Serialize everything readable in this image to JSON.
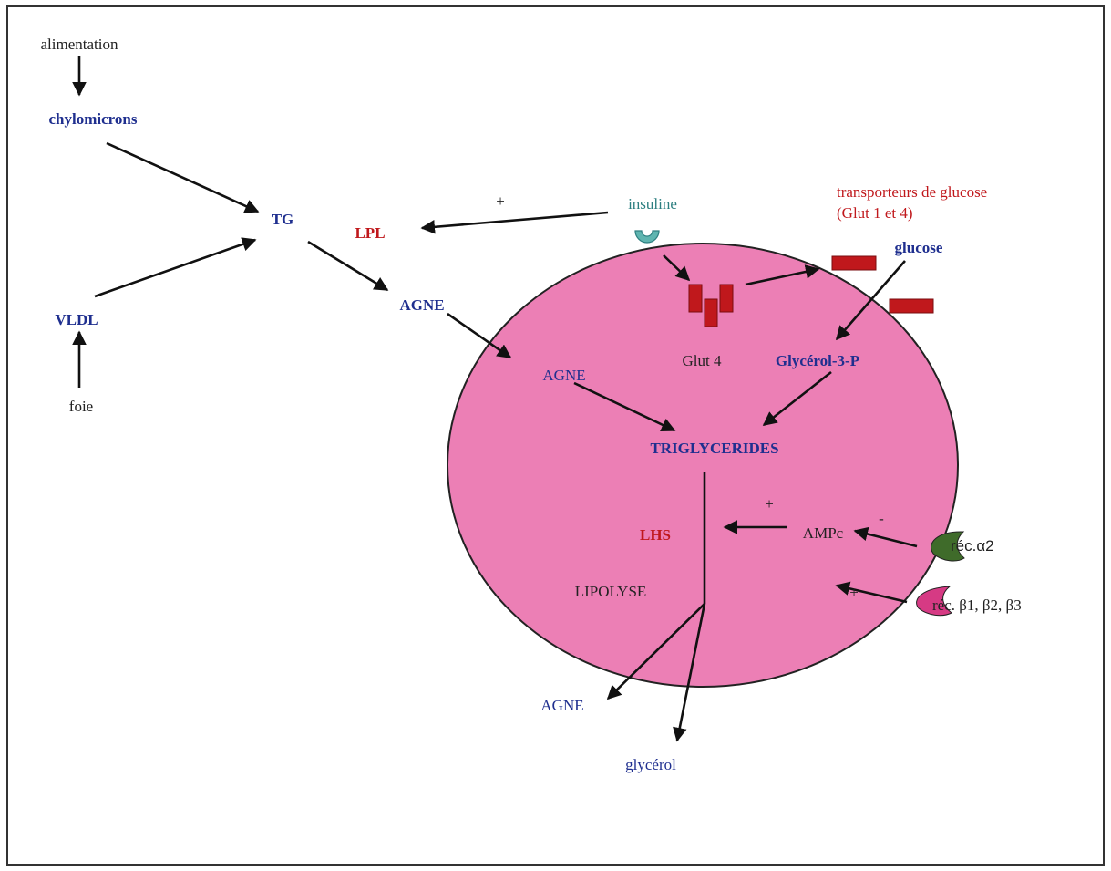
{
  "colors": {
    "cell": "#ec7fb5",
    "cell_stroke": "#222222",
    "transporter": "#c0181c",
    "insulin_receptor": "#5fb5b0",
    "alpha2_receptor": "#3f6b2a",
    "beta_receptor": "#d63a84",
    "blue_text": "#1f2f8f",
    "red_text": "#c0181c"
  },
  "labels": {
    "alimentation": "alimentation",
    "chylomicrons": "chylomicrons",
    "tg": "TG",
    "lpl": "LPL",
    "vldl": "VLDL",
    "foie": "foie",
    "agne_outer": "AGNE",
    "insuline": "insuline",
    "plus_insuline": "+",
    "transporteurs_line1": "transporteurs de glucose",
    "transporteurs_line2": "(Glut 1 et 4)",
    "glucose": "glucose",
    "glut4": "Glut 4",
    "glycerol3p": "Glycérol-3-P",
    "agne_inner": "AGNE",
    "triglycerides": "TRIGLYCERIDES",
    "plus_lhs": "+",
    "lhs": "LHS",
    "ampc": "AMPc",
    "minus_alpha": "-",
    "rec_alpha2": "réc.α2",
    "plus_beta": "+",
    "rec_beta": "réc. β1, β2, β3",
    "lipolyse": "LIPOLYSE",
    "agne_bottom": "AGNE",
    "glycerol": "glycérol"
  },
  "icons": {
    "insulin_receptor": "insulin-receptor-icon",
    "glut4_cluster": "glut4-transporter-icon",
    "alpha2_receptor": "alpha2-receptor-icon",
    "beta_receptor": "beta-receptor-icon"
  }
}
